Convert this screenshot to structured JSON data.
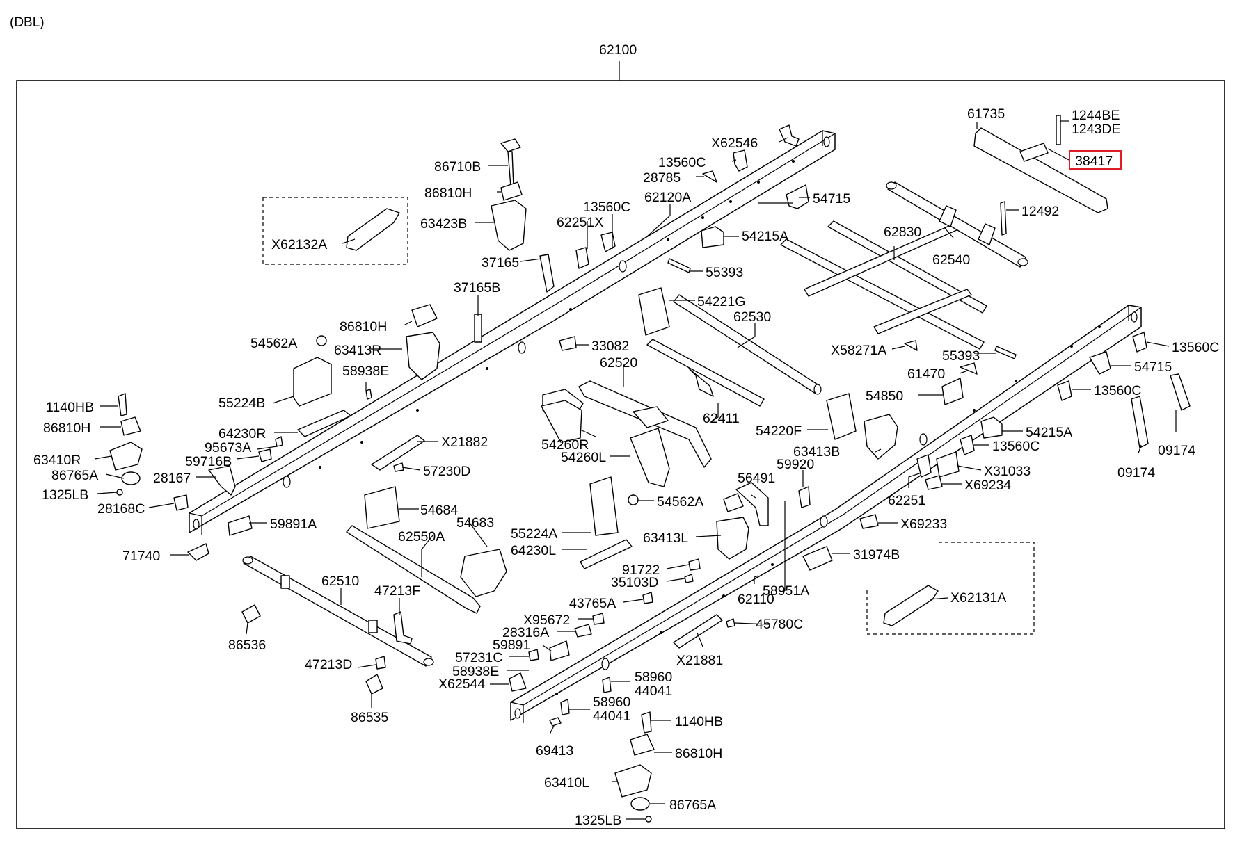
{
  "header": {
    "variant": "(DBL)",
    "assembly_number": "62100"
  },
  "highlighted_part": "38417",
  "colors": {
    "line": "#000000",
    "background": "#ffffff",
    "highlight": "#e01c24"
  },
  "labels": [
    "61735",
    "1244BE",
    "1243DE",
    "38417",
    "12492",
    "X62546",
    "13560C",
    "28785",
    "86710B",
    "86810H",
    "63423B",
    "X62132A",
    "13560C",
    "62120A",
    "62251X",
    "37165",
    "54715",
    "54215A",
    "62830",
    "62540",
    "55393",
    "37165B",
    "54221G",
    "62530",
    "86810H",
    "54562A",
    "63413R",
    "33082",
    "X58271A",
    "55393",
    "61470",
    "54850",
    "58938E",
    "62520",
    "55224B",
    "62411",
    "54220F",
    "13560C",
    "54715",
    "13560C",
    "1140HB",
    "86810H",
    "64230R",
    "X21882",
    "95673A",
    "59716B",
    "54260R",
    "54260L",
    "63413B",
    "54215A",
    "63410R",
    "86765A",
    "28167",
    "57230D",
    "13560C",
    "X31033",
    "09174",
    "09174",
    "1325LB",
    "28168C",
    "59920",
    "X69234",
    "56491",
    "54562A",
    "62251",
    "54684",
    "59891A",
    "54683",
    "55224A",
    "62550A",
    "63413L",
    "X69233",
    "64230L",
    "71740",
    "31974B",
    "91722",
    "35103D",
    "62510",
    "47213F",
    "58951A",
    "X62131A",
    "62110",
    "43765A",
    "X95672",
    "45780C",
    "28316A",
    "59891",
    "86536",
    "57231C",
    "X21881",
    "47213D",
    "58938E",
    "X62544",
    "58960",
    "44041",
    "58960",
    "44041",
    "86535",
    "1140HB",
    "69413",
    "86810H",
    "63410L",
    "86765A",
    "1325LB"
  ]
}
